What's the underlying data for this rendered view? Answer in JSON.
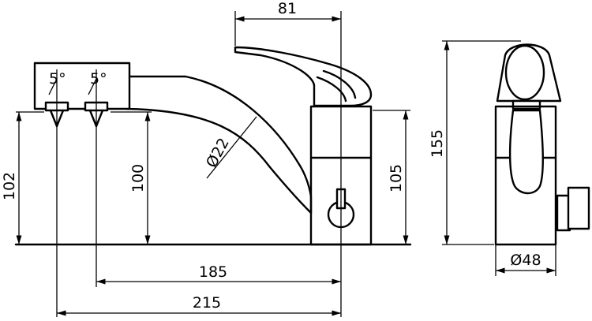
{
  "dimensions": {
    "top_width": "81",
    "left_height_1": "102",
    "left_height_2": "100",
    "diameter_spout": "Ø22",
    "mid_height": "105",
    "right_height": "155",
    "spout_reach_1": "185",
    "spout_reach_2": "215",
    "base_diameter": "Ø48",
    "angle_1": "5°",
    "angle_2": "5°"
  }
}
